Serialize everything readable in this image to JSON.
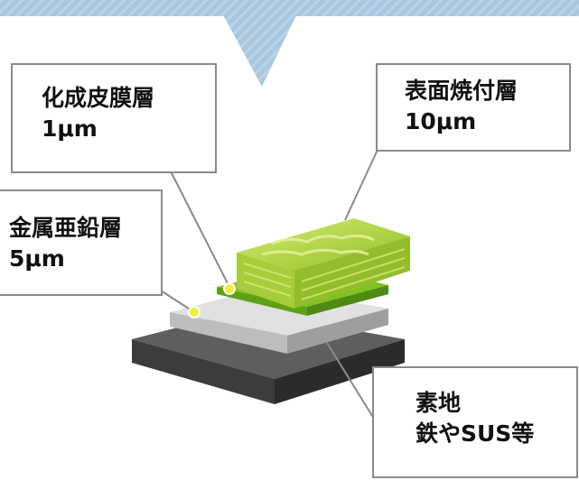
{
  "labels": {
    "conversion": {
      "line1": "化成皮膜層",
      "line2": "1μm"
    },
    "topcoat": {
      "line1": "表面焼付層",
      "line2": "10μm"
    },
    "zinc": {
      "line1": "金属亜鉛層",
      "line2": "5μm"
    },
    "substrate": {
      "line1": "素地",
      "line2": "鉄やSUS等"
    }
  },
  "colors": {
    "banner": "#a9c7df",
    "substrate_top": "#595959",
    "substrate_front": "#3a3a3a",
    "zinc_top": "#dcdcdc",
    "conversion_film": "#7fc320",
    "topcoat": "#b6d94a",
    "leader_line": "#8a8a8a",
    "marker": "#f0ef3a"
  }
}
